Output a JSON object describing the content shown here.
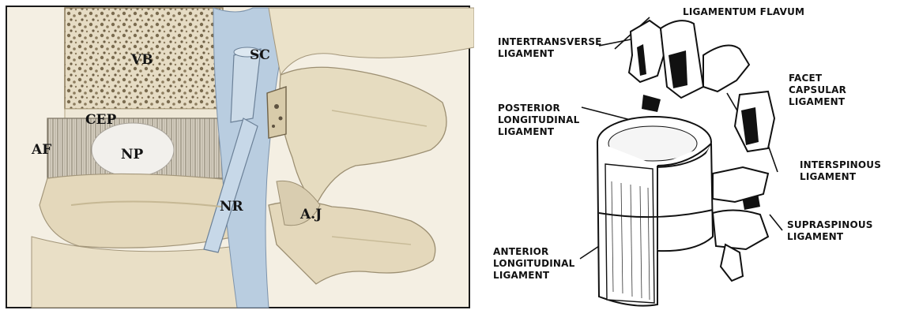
{
  "left_figure": {
    "labels": {
      "vb": "VB",
      "sc": "SC",
      "cep": "CEP",
      "af": "AF",
      "np": "NP",
      "nr": "NR",
      "aj": "A.J"
    },
    "colors": {
      "background": "#f4efe3",
      "bone": "#e9dfc6",
      "bone_shadow": "#cbbd9b",
      "cancellous": "#7a6b4f",
      "nerve": "#b9cde0",
      "disc": "#dcd3c4",
      "frame": "#1a1a1a"
    }
  },
  "right_figure": {
    "labels": {
      "ligamentum_flavum": "LIGAMENTUM FLAVUM",
      "intertransverse": "INTERTRANSVERSE\nLIGAMENT",
      "facet_capsular": "FACET\nCAPSULAR\nLIGAMENT",
      "posterior_longitudinal": "POSTERIOR\nLONGITUDINAL\nLIGAMENT",
      "interspinous": "INTERSPINOUS\nLIGAMENT",
      "supraspinous": "SUPRASPINOUS\nLIGAMENT",
      "anterior_longitudinal": "ANTERIOR\nLONGITUDINAL\nLIGAMENT"
    }
  }
}
